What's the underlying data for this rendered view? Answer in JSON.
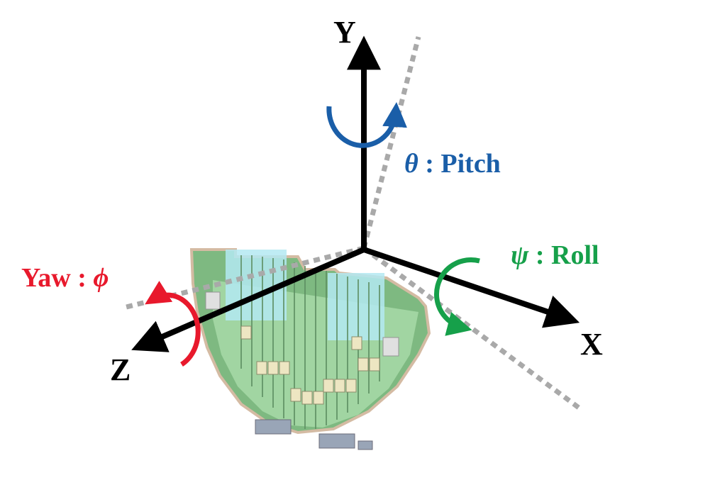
{
  "axes": {
    "x": {
      "label": "X"
    },
    "y": {
      "label": "Y"
    },
    "z": {
      "label": "Z"
    }
  },
  "rotations": {
    "pitch": {
      "symbol": "θ",
      "separator": " : ",
      "name": "Pitch",
      "color": "#1a5ea8"
    },
    "roll": {
      "symbol": "ψ",
      "separator": " : ",
      "name": "Roll",
      "color": "#16a04a"
    },
    "yaw": {
      "name": "Yaw",
      "separator": " : ",
      "symbol": "ϕ",
      "color": "#e8192c"
    }
  },
  "colors": {
    "axis": "#000000",
    "dashed_reference": "#a9a9a9",
    "detector_body": "#7cc47f",
    "detector_edge": "#c9a98a"
  },
  "icons": {
    "detector": "semicircular-detector-module-icon"
  }
}
